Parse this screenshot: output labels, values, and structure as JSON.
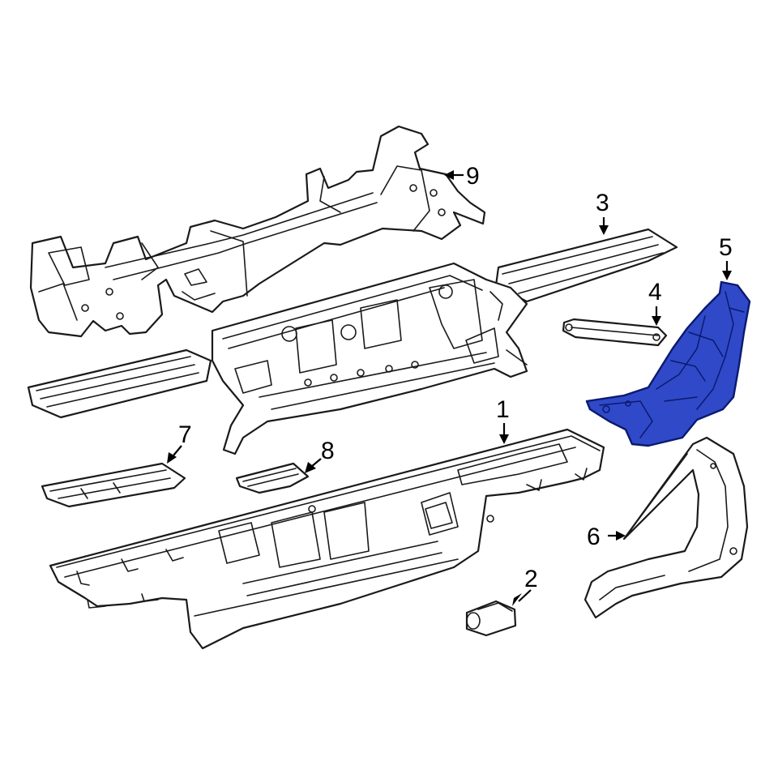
{
  "diagram": {
    "highlight_color": "#2f49c9",
    "callouts": [
      {
        "id": "1",
        "label": "1"
      },
      {
        "id": "2",
        "label": "2"
      },
      {
        "id": "3",
        "label": "3"
      },
      {
        "id": "4",
        "label": "4"
      },
      {
        "id": "5",
        "label": "5"
      },
      {
        "id": "6",
        "label": "6"
      },
      {
        "id": "7",
        "label": "7"
      },
      {
        "id": "8",
        "label": "8"
      },
      {
        "id": "9",
        "label": "9"
      }
    ],
    "highlighted_part": "5"
  }
}
